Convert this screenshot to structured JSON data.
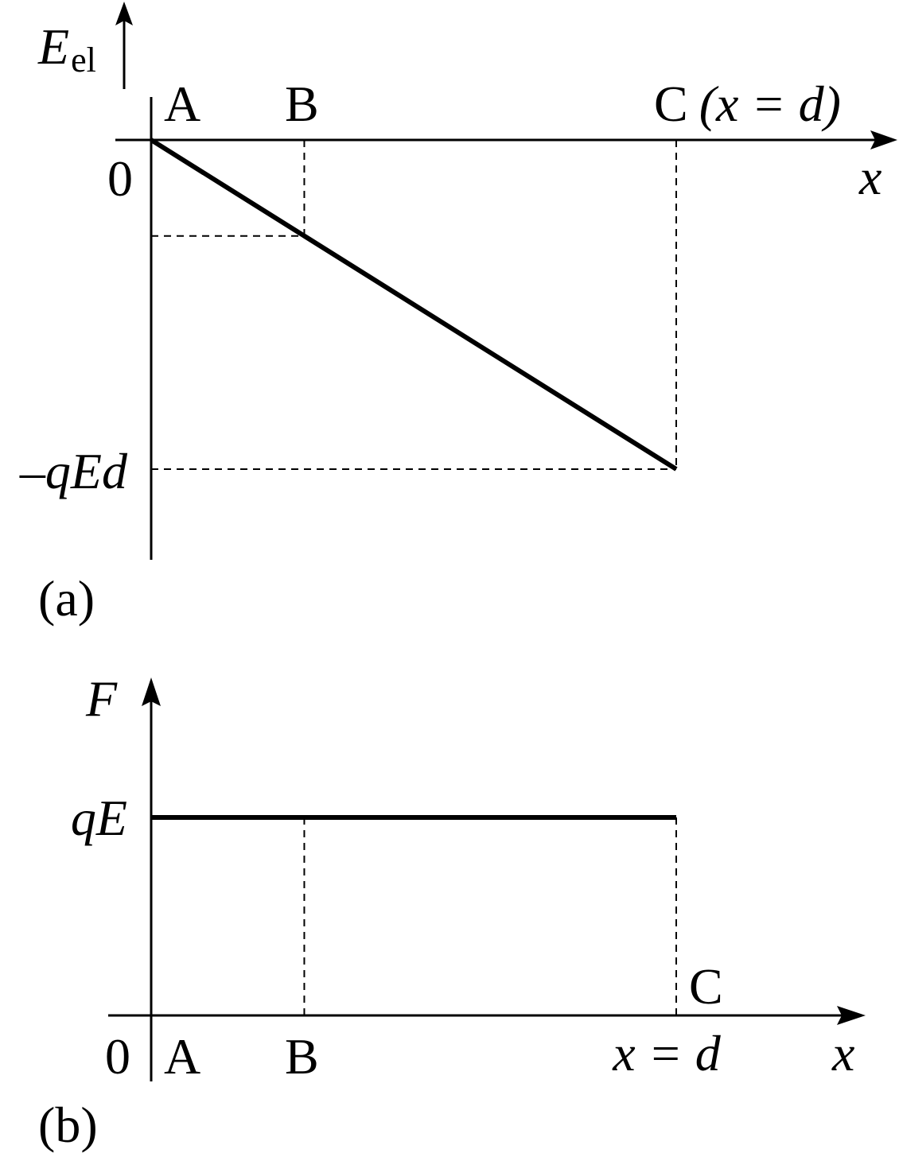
{
  "colors": {
    "ink": "#000000",
    "background": "#ffffff"
  },
  "chart_data": [
    {
      "type": "line",
      "panel_label": "(a)",
      "ylabel_main": "E",
      "ylabel_sub": "el",
      "xlabel": "x",
      "x_points": [
        "A",
        "B",
        "C"
      ],
      "x_point_annotation": "(x = d)",
      "x": [
        0,
        0.2916,
        1
      ],
      "values": [
        0,
        -0.2916,
        -1
      ],
      "xlim": [
        0,
        1
      ],
      "ylim": [
        -1,
        0
      ],
      "ytick_labels": {
        "zero": "0",
        "min": "–qEd"
      },
      "grid": false
    },
    {
      "type": "line",
      "panel_label": "(b)",
      "ylabel": "F",
      "xlabel": "x",
      "x_points": [
        "A",
        "B",
        "C"
      ],
      "xtick_label_d": "x = d",
      "x": [
        0,
        0.2916,
        1
      ],
      "values": [
        1,
        1,
        1
      ],
      "xlim": [
        0,
        1
      ],
      "ylim": [
        0,
        1
      ],
      "ytick_labels": {
        "zero": "0",
        "level": "qE"
      },
      "grid": false
    }
  ]
}
